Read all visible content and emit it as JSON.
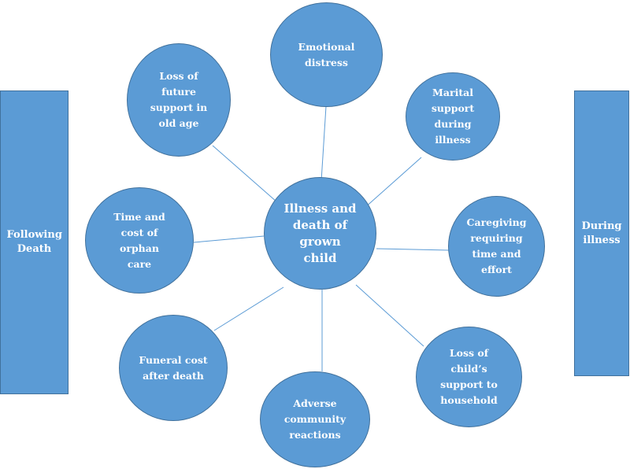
{
  "diagram": {
    "center": "Illness and\ndeath of\ngrown\nchild",
    "left_panel": "Following Death",
    "right_panel": "During illness",
    "nodes": {
      "emotional": "Emotional\ndistress",
      "marital": "Marital\nsupport\nduring\nillness",
      "caregiving": "Caregiving\nrequiring\ntime and\neffort",
      "loss_child": "Loss of\nchild’s\nsupport to\nhousehold",
      "adverse": "Adverse\ncommunity\nreactions",
      "funeral": "Funeral cost\nafter death",
      "orphan": "Time and\ncost of\norphan\ncare",
      "future": "Loss of\nfuture\nsupport in\nold age"
    }
  },
  "colors": {
    "node_fill": "#5b9bd5",
    "node_border": "#41719c",
    "connector": "#5b9bd5",
    "text": "#ffffff"
  }
}
